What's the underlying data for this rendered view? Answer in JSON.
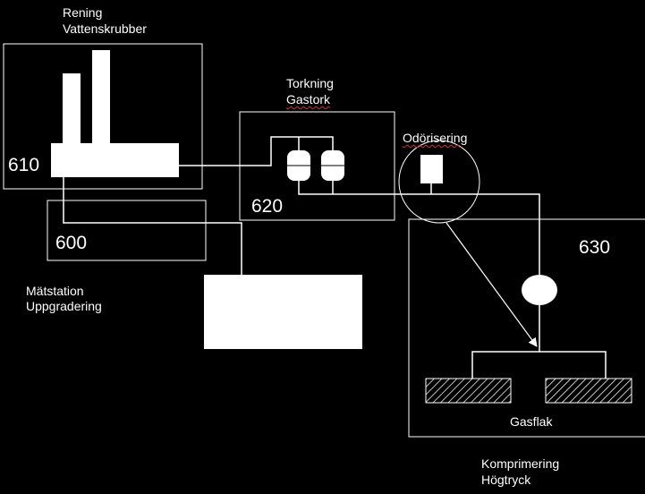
{
  "labels": {
    "rening_line1": "Rening",
    "rening_line2": "Vattenskrubber",
    "torkning_line1": "Torkning",
    "torkning_line2": "Gastork",
    "odorisering": "Odörisering",
    "matstation_line1": "Mätstation",
    "matstation_line2": "Uppgradering",
    "gasflak": "Gasflak",
    "komprimering_line1": "Komprimering",
    "komprimering_line2": "Högtryck"
  },
  "numbers": {
    "n610": "610",
    "n620": "620",
    "n600": "600",
    "n630": "630"
  },
  "colors": {
    "background": "#000000",
    "foreground": "#ffffff",
    "spellcheck_underline": "#cc3333"
  }
}
